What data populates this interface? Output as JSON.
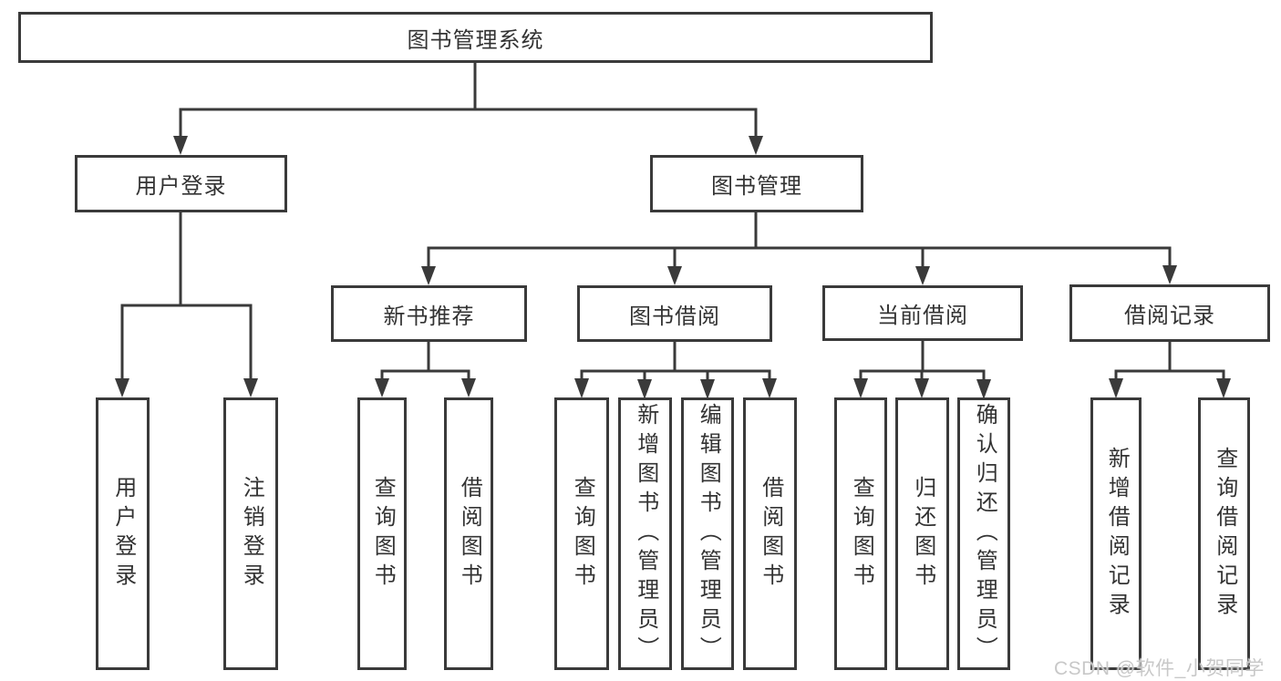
{
  "tree": {
    "label": "图书管理系统",
    "children": [
      {
        "label": "用户登录",
        "children": [
          {
            "label": "用户登录"
          },
          {
            "label": "注销登录"
          }
        ]
      },
      {
        "label": "图书管理",
        "children": [
          {
            "label": "新书推荐",
            "children": [
              {
                "label": "查询图书"
              },
              {
                "label": "借阅图书"
              }
            ]
          },
          {
            "label": "图书借阅",
            "children": [
              {
                "label": "查询图书"
              },
              {
                "label": "新增图书（管理员）"
              },
              {
                "label": "编辑图书（管理员）"
              },
              {
                "label": "借阅图书"
              }
            ]
          },
          {
            "label": "当前借阅",
            "children": [
              {
                "label": "查询图书"
              },
              {
                "label": "归还图书"
              },
              {
                "label": "确认归还（管理员）"
              }
            ]
          },
          {
            "label": "借阅记录",
            "children": [
              {
                "label": "新增借阅记录"
              },
              {
                "label": "查询借阅记录"
              }
            ]
          }
        ]
      }
    ]
  },
  "watermark": {
    "text": "CSDN @软件_小贺同学"
  },
  "colors": {
    "line": "#3a3a3a",
    "text": "#333333",
    "watermark": "#c8c8c8"
  }
}
